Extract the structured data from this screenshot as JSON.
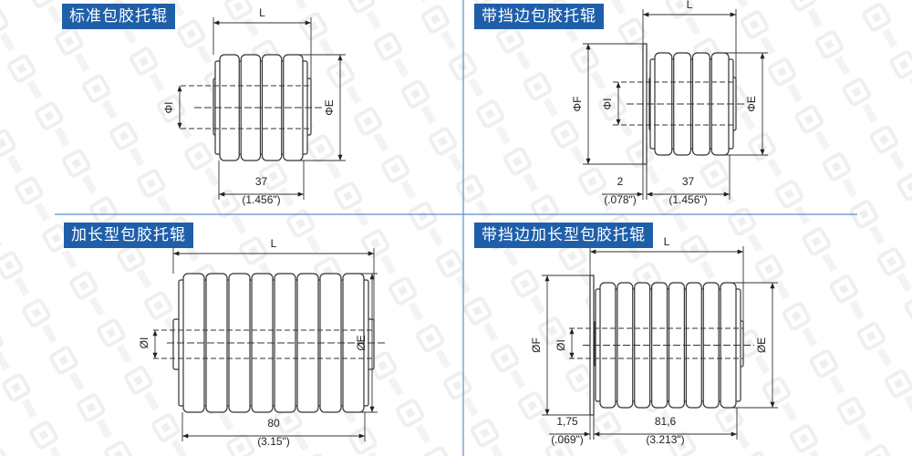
{
  "watermark": "LONGOLD",
  "panels": [
    {
      "title": "标准包胶托辊",
      "L": "L",
      "E": "ΦE",
      "I": "ΦI",
      "length": "37",
      "length_in": "(1.456\")"
    },
    {
      "title": "带挡边包胶托辊",
      "L": "L",
      "E": "ΦE",
      "I": "ΦI",
      "F": "ΦF",
      "flange": "2",
      "flange_in": "(.078\")",
      "length": "37",
      "length_in": "(1.456\")"
    },
    {
      "title": "加长型包胶托辊",
      "L": "L",
      "E": "ØE",
      "I": "ØI",
      "length": "80",
      "length_in": "(3.15\")"
    },
    {
      "title": "带挡边加长型包胶托辊",
      "L": "L",
      "E": "ØE",
      "I": "ØI",
      "F": "ØF",
      "flange": "1,75",
      "flange_in": "(.069\")",
      "length": "81,6",
      "length_in": "(3.213\")"
    }
  ],
  "colors": {
    "accent": "#1f5fa9",
    "line": "#333333"
  }
}
